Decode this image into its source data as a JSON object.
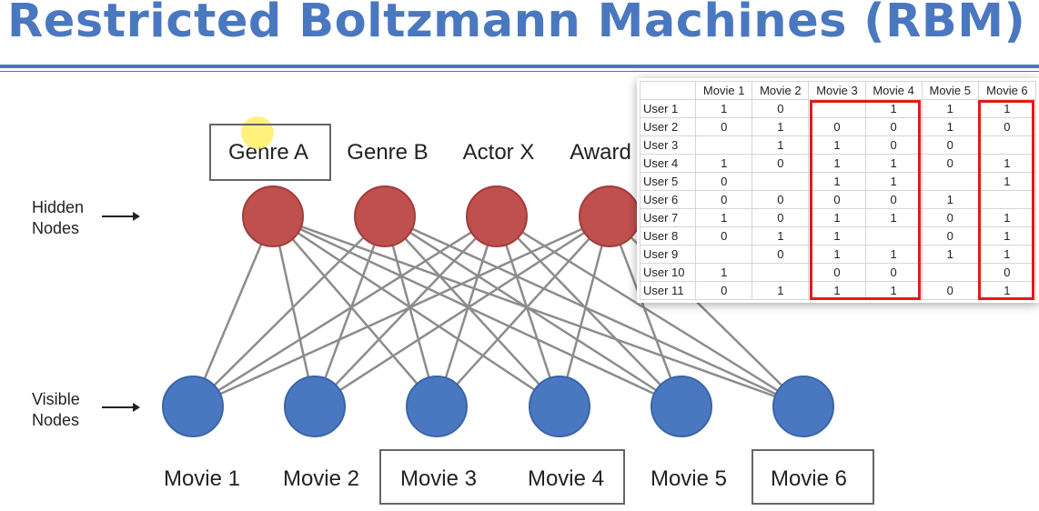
{
  "title": "Restricted Boltzmann Machines (RBM)",
  "hidden_label": "Hidden\nNodes",
  "visible_label": "Visible\nNodes",
  "hidden_nodes": [
    "Genre A",
    "Genre B",
    "Actor X",
    "Award"
  ],
  "visible_nodes": [
    "Movie 1",
    "Movie 2",
    "Movie 3",
    "Movie 4",
    "Movie 5",
    "Movie 6"
  ],
  "colors": {
    "title": "#4a78c0",
    "hidden_node": "#c0504d",
    "visible_node": "#4a78c0",
    "edge": "#8c8c8c",
    "highlight": "#e01b1b"
  },
  "ratings": {
    "columns": [
      "",
      "Movie 1",
      "Movie 2",
      "Movie 3",
      "Movie 4",
      "Movie 5",
      "Movie 6"
    ],
    "rows": [
      [
        "User 1",
        "1",
        "0",
        "",
        "1",
        "1",
        "1"
      ],
      [
        "User 2",
        "0",
        "1",
        "0",
        "0",
        "1",
        "0"
      ],
      [
        "User 3",
        "",
        "1",
        "1",
        "0",
        "0",
        ""
      ],
      [
        "User 4",
        "1",
        "0",
        "1",
        "1",
        "0",
        "1"
      ],
      [
        "User 5",
        "0",
        "",
        "1",
        "1",
        "",
        "1"
      ],
      [
        "User 6",
        "0",
        "0",
        "0",
        "0",
        "1",
        ""
      ],
      [
        "User 7",
        "1",
        "0",
        "1",
        "1",
        "0",
        "1"
      ],
      [
        "User 8",
        "0",
        "1",
        "1",
        "",
        "0",
        "1"
      ],
      [
        "User 9",
        "",
        "0",
        "1",
        "1",
        "1",
        "1"
      ],
      [
        "User 10",
        "1",
        "",
        "0",
        "0",
        "",
        "0"
      ],
      [
        "User 11",
        "0",
        "1",
        "1",
        "1",
        "0",
        "1"
      ]
    ]
  }
}
